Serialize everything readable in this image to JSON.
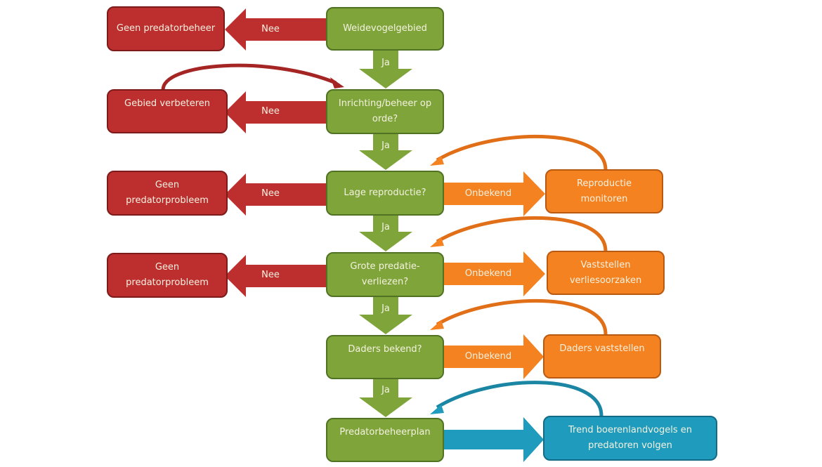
{
  "colors": {
    "decision_green": "#7fa53a",
    "negative_red": "#bd2f2f",
    "unknown_orange": "#f58220",
    "followup_blue": "#1e9bbd"
  },
  "nodes": {
    "weidevogelgebied": "Weidevogelgebied",
    "inrichting": "Inrichting/beheer op orde?",
    "lage_reproductie": "Lage reproductie?",
    "grote_predatie": "Grote predatie-verliezen?",
    "daders_bekend": "Daders bekend?",
    "predatorbeheerplan": "Predatorbeheerplan",
    "geen_predatorbeheer": "Geen predatorbeheer",
    "gebied_verbeteren": "Gebied verbeteren",
    "geen_predatorprobleem_1": "Geen predatorprobleem",
    "geen_predatorprobleem_2": "Geen predatorprobleem",
    "reproductie_monitoren": "Reproductie monitoren",
    "vaststellen_verliesoorzaken": "Vaststellen verliesoorzaken",
    "daders_vaststellen": "Daders vaststellen",
    "trend_volgen": "Trend boerenlandvogels en predatoren volgen"
  },
  "edge_labels": {
    "ja": [
      "Ja",
      "Ja",
      "Ja",
      "Ja",
      "Ja"
    ],
    "nee": [
      "Nee",
      "Nee",
      "Nee",
      "Nee"
    ],
    "onbekend": [
      "Onbekend",
      "Onbekend",
      "Onbekend"
    ]
  }
}
